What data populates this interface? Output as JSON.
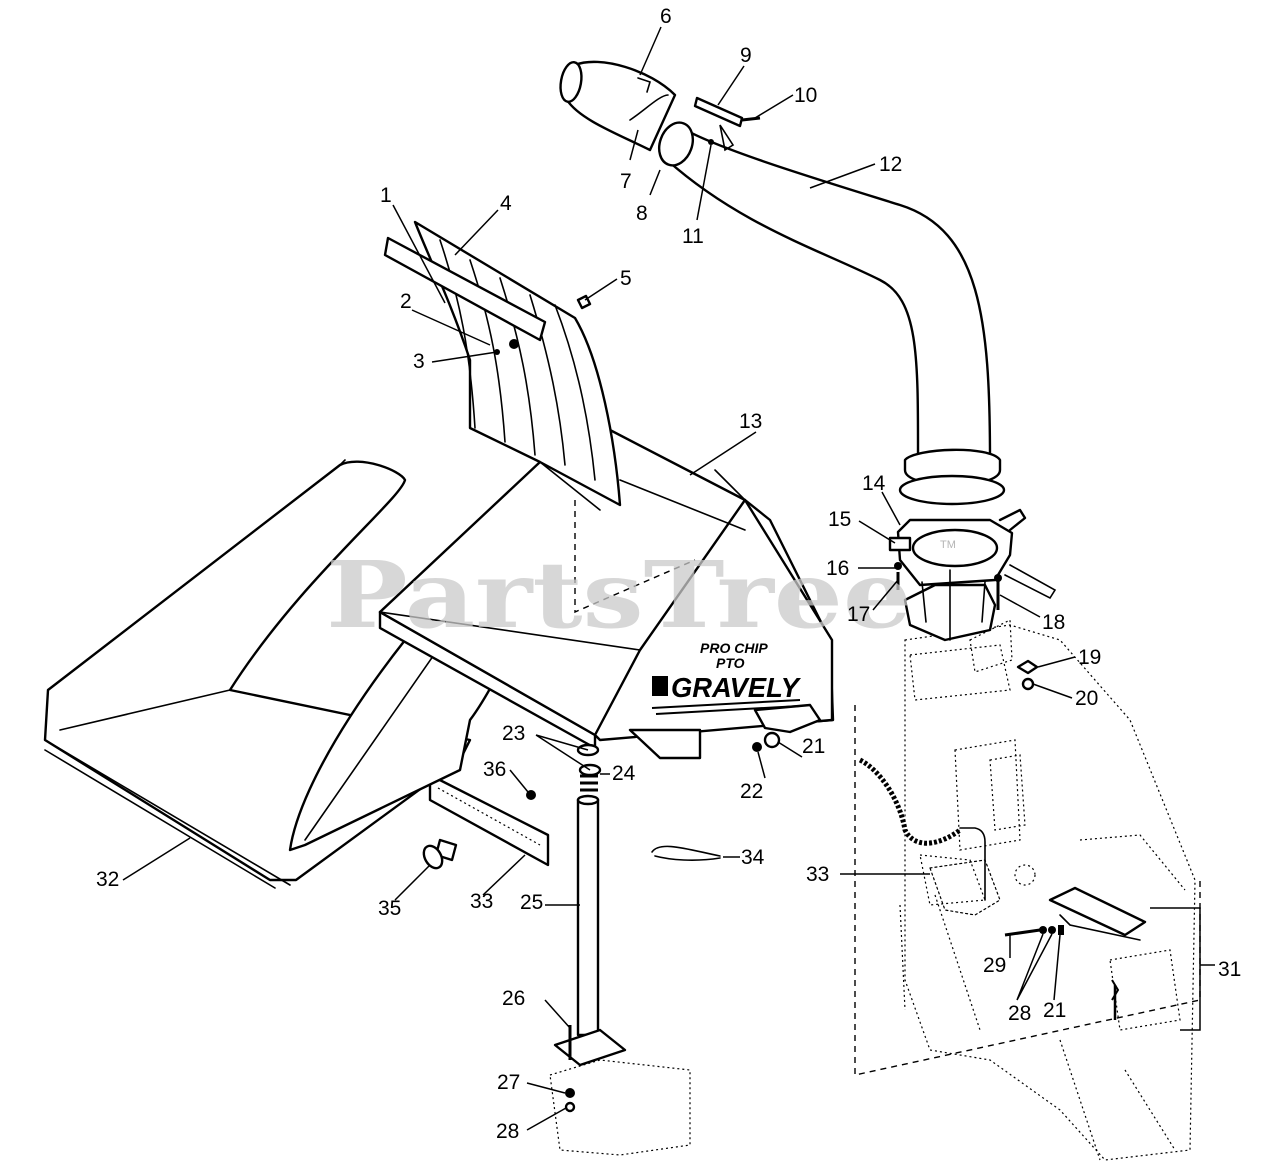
{
  "watermark": {
    "text": "PartsTree",
    "mark": "TM",
    "color": "#c9c9c9"
  },
  "decal": {
    "line1": "PRO CHIP",
    "line2": "PTO",
    "brand": "GRAVELY"
  },
  "callouts": [
    {
      "id": "c1",
      "label": "1"
    },
    {
      "id": "c2",
      "label": "2"
    },
    {
      "id": "c3",
      "label": "3"
    },
    {
      "id": "c4",
      "label": "4"
    },
    {
      "id": "c5",
      "label": "5"
    },
    {
      "id": "c6",
      "label": "6"
    },
    {
      "id": "c7",
      "label": "7"
    },
    {
      "id": "c8",
      "label": "8"
    },
    {
      "id": "c9",
      "label": "9"
    },
    {
      "id": "c10",
      "label": "10"
    },
    {
      "id": "c11",
      "label": "11"
    },
    {
      "id": "c12",
      "label": "12"
    },
    {
      "id": "c13",
      "label": "13"
    },
    {
      "id": "c14",
      "label": "14"
    },
    {
      "id": "c15",
      "label": "15"
    },
    {
      "id": "c16",
      "label": "16"
    },
    {
      "id": "c17",
      "label": "17"
    },
    {
      "id": "c18",
      "label": "18"
    },
    {
      "id": "c19",
      "label": "19"
    },
    {
      "id": "c20",
      "label": "20"
    },
    {
      "id": "c21a",
      "label": "21"
    },
    {
      "id": "c21b",
      "label": "21"
    },
    {
      "id": "c22",
      "label": "22"
    },
    {
      "id": "c23",
      "label": "23"
    },
    {
      "id": "c24",
      "label": "24"
    },
    {
      "id": "c25",
      "label": "25"
    },
    {
      "id": "c26",
      "label": "26"
    },
    {
      "id": "c27",
      "label": "27"
    },
    {
      "id": "c28a",
      "label": "28"
    },
    {
      "id": "c28b",
      "label": "28"
    },
    {
      "id": "c29",
      "label": "29"
    },
    {
      "id": "c31",
      "label": "31"
    },
    {
      "id": "c32",
      "label": "32"
    },
    {
      "id": "c33a",
      "label": "33"
    },
    {
      "id": "c33b",
      "label": "33"
    },
    {
      "id": "c34",
      "label": "34"
    },
    {
      "id": "c35",
      "label": "35"
    },
    {
      "id": "c36",
      "label": "36"
    }
  ]
}
